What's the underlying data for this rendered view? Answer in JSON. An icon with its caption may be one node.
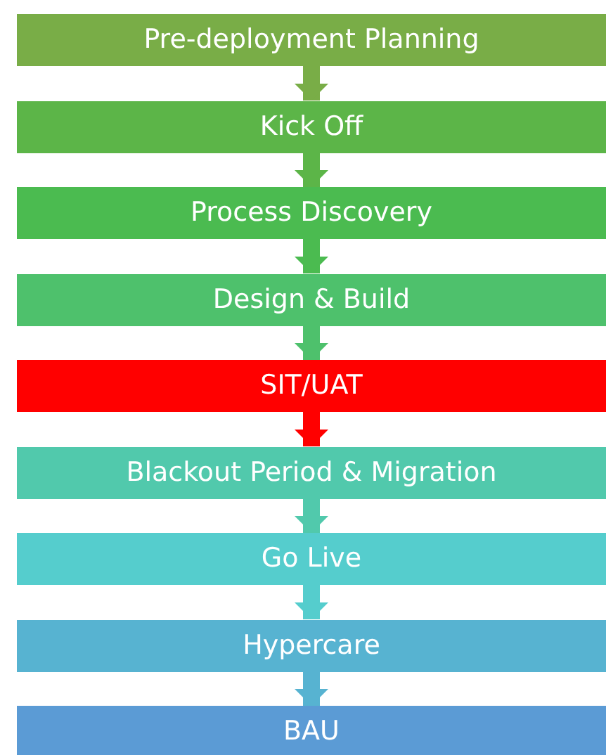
{
  "diagram": {
    "nodes": [
      {
        "text": [
          "Pre-deployment Planning"
        ]
      },
      {
        "text": [
          "Kick Off"
        ]
      },
      {
        "text": [
          "Process Discovery"
        ]
      },
      {
        "text": [
          "Design & Build"
        ]
      },
      {
        "text": [
          "SIT/UAT"
        ]
      },
      {
        "text": [
          "Blackout Period & Migration"
        ]
      },
      {
        "text": [
          "Go Live"
        ]
      },
      {
        "text": [
          "Hypercare"
        ]
      },
      {
        "text": [
          "BAU"
        ]
      }
    ],
    "edges": [
      {
        "from": 0,
        "to": 1,
        "arrow": "to",
        "color": "#79ad47"
      },
      {
        "from": 1,
        "to": 2,
        "arrow": "to",
        "color": "#5cb548"
      },
      {
        "from": 2,
        "to": 3,
        "arrow": "to",
        "color": "#4bbb50"
      },
      {
        "from": 3,
        "to": 4,
        "arrow": "to",
        "color": "#4ec16c"
      },
      {
        "from": 4,
        "to": 5,
        "arrow": "to",
        "color": "#ff0000"
      },
      {
        "from": 5,
        "to": 6,
        "arrow": "to",
        "color": "#51c9ac"
      },
      {
        "from": 6,
        "to": 7,
        "arrow": "to",
        "color": "#55cdcd"
      },
      {
        "from": 7,
        "to": 8,
        "arrow": "to",
        "color": "#57b3d1"
      }
    ]
  }
}
